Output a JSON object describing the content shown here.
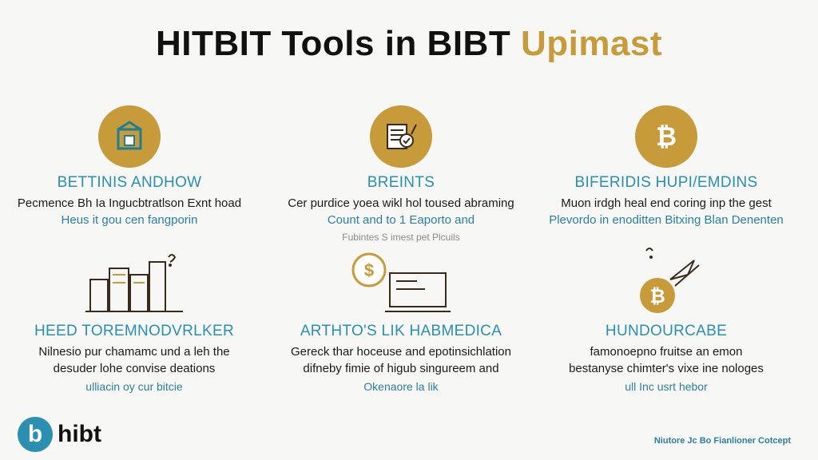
{
  "title": {
    "main": "HITBIT Tools in BIBT",
    "accent": "Upimast"
  },
  "cards": [
    {
      "title": "BETTINIS ANDHOW",
      "line1": "Pecmence Bh Ia Ingucbtratlson Exnt hoad",
      "line2": "Heus it gou cen fangporin",
      "line3": "",
      "icon": "building-box-icon"
    },
    {
      "title": "BREINTS",
      "line1": "Cer purdice yoea wikl hol toused abraming",
      "line2": "Count and to 1 Eaporto and",
      "line3": "Fubintes S imest pet Plcuils",
      "icon": "document-check-icon"
    },
    {
      "title": "BIFERIDIS HUPI/EMDINS",
      "line1": "Muon irdgh heal end coring inp the gest",
      "line2": "Plevordo in enoditten Bitxing Blan Denenten",
      "line3": "",
      "icon": "bitcoin-icon"
    },
    {
      "title": "HEED TOREMNODVRLKER",
      "line1": "Nilnesio pur chamamc und a leh the",
      "line2": "desuder lohe convise deations",
      "line3": "ulliacin oy cur bitcie",
      "icon": "city-skyline-icon"
    },
    {
      "title": "ARTHTO'S LIK HABMEDICA",
      "line1": "Gereck thar hoceuse and epotinsichlation",
      "line2": "difneby fimie of higub singureem and",
      "line3": "Okenaore la lik",
      "icon": "laptop-coin-icon"
    },
    {
      "title": "HUNDOURCABE",
      "line1": "famonoepno fruitse an emon",
      "line2": "bestanyse chimter's vixe ine nologes",
      "line3": "ull Inc usrt hebor",
      "icon": "bitcoin-rocket-icon"
    }
  ],
  "logo": {
    "mark": "b",
    "word": "hibt"
  },
  "footer": {
    "note": "Niutore Jc Bo Fianlioner Cotcept"
  },
  "colors": {
    "gold": "#c79a3a",
    "teal": "#2a8fb0"
  }
}
